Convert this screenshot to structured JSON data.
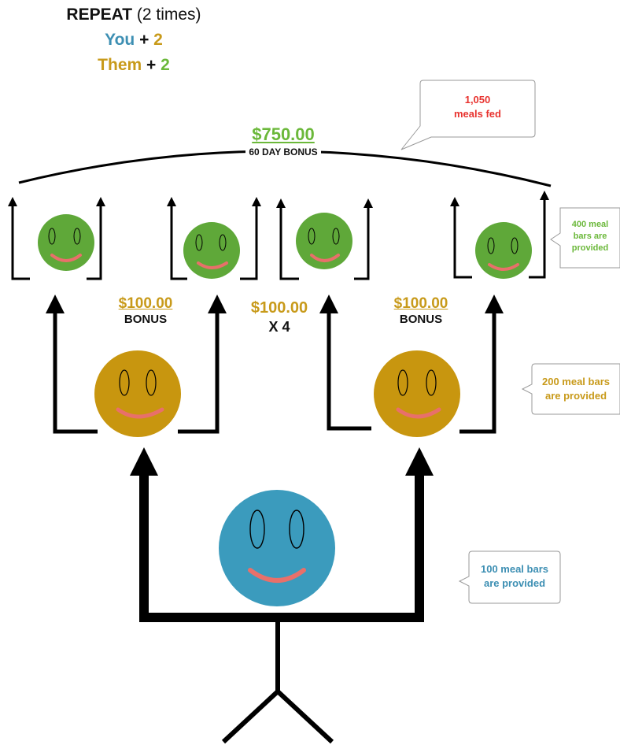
{
  "header": {
    "repeat_word": "REPEAT",
    "repeat_suffix": " (2 times)",
    "you_word": "You",
    "you_plus": " + ",
    "you_num": "2",
    "them_word": "Them",
    "them_plus": " + ",
    "them_num": "2"
  },
  "top_bonus": {
    "amount": "$750.00",
    "label": "60 DAY BONUS"
  },
  "left_bonus": {
    "amount": "$100.00",
    "label": "BONUS"
  },
  "right_bonus": {
    "amount": "$100.00",
    "label": "BONUS"
  },
  "center_bonus": {
    "amount": "$100.00",
    "multiplier": "X 4"
  },
  "callouts": {
    "meals_fed": {
      "line1": "1,050",
      "line2": "meals fed"
    },
    "level3": {
      "line1": "400 meal",
      "line2": "bars are",
      "line3": "provided"
    },
    "level2": {
      "line1": "200 meal bars",
      "line2": "are provided"
    },
    "level1": {
      "line1": "100 meal bars",
      "line2": "are provided"
    }
  },
  "colors": {
    "you_blue": "#3d8fb3",
    "them_orange": "#c89a1a",
    "green": "#6bb83a",
    "red": "#e8322e",
    "face_green": "#5fa839",
    "face_gold": "#c8960f",
    "face_blue": "#3b9bbd",
    "smile": "#e8706a"
  }
}
